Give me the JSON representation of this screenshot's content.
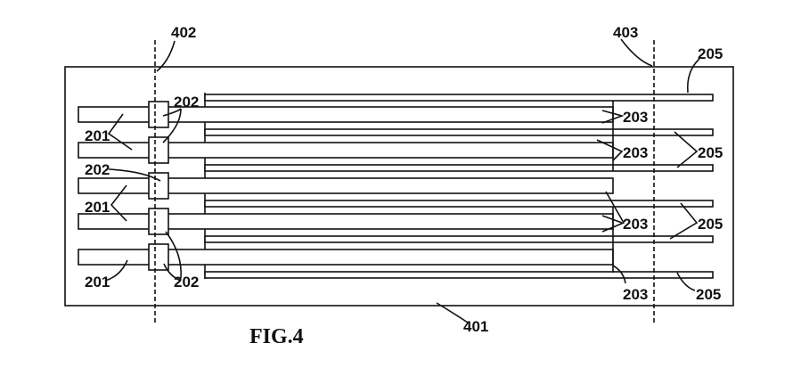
{
  "figure": {
    "caption": "FIG.4",
    "labels": {
      "substrate": "401",
      "line_left": "402",
      "line_right": "403",
      "first_electrode": "201",
      "pad": "202",
      "connector": "203",
      "second_electrode": "205"
    }
  }
}
